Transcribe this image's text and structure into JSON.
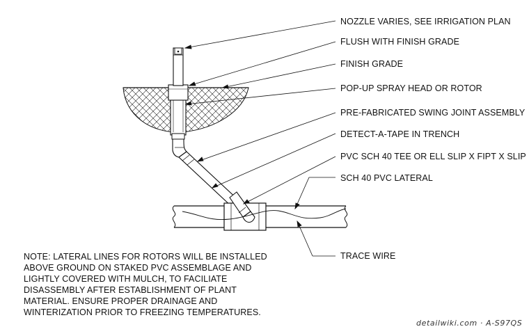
{
  "callouts": [
    "NOZZLE VARIES, SEE IRRIGATION PLAN",
    "FLUSH WITH FINISH GRADE",
    "FINISH GRADE",
    "POP-UP SPRAY HEAD OR ROTOR",
    "PRE-FABRICATED SWING JOINT ASSEMBLY",
    "DETECT-A-TAPE IN TRENCH",
    "PVC SCH 40 TEE OR ELL SLIP X FIPT X SLIP",
    "SCH 40 PVC LATERAL",
    "TRACE WIRE"
  ],
  "note": [
    "NOTE: LATERAL LINES FOR ROTORS WILL BE INSTALLED",
    "ABOVE GROUND ON STAKED PVC ASSEMBLAGE AND",
    "LIGHTLY COVERED WITH MULCH, TO FACILIATE",
    "DISASSEMBLY AFTER ESTABLISHMENT OF PLANT",
    "MATERIAL. ENSURE PROPER DRAINAGE AND",
    "WINTERIZATION PRIOR TO FREEZING TEMPERATURES."
  ],
  "watermark": "detailwiki.com · A-S97QS",
  "colors": {
    "line": "#111111",
    "background": "#ffffff"
  }
}
